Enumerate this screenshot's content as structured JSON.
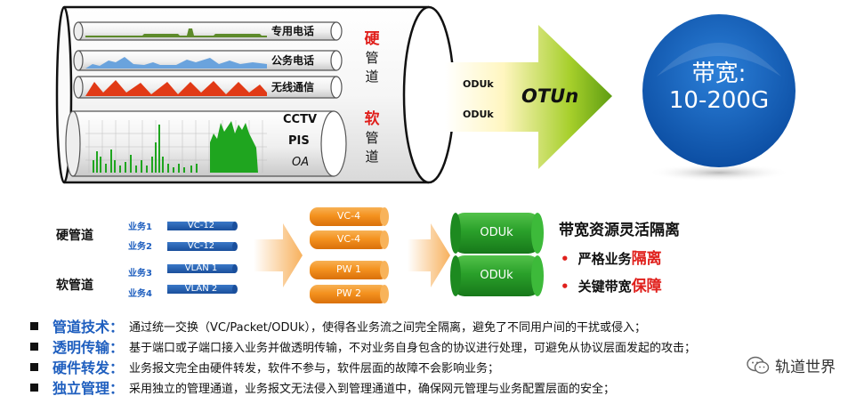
{
  "top": {
    "hard_rows": [
      {
        "label": "专用电话"
      },
      {
        "label": "公务电话"
      },
      {
        "label": "无线通信"
      }
    ],
    "soft_labels": [
      "CCTV",
      "PIS",
      "OA"
    ],
    "hard_label": {
      "first": "硬",
      "rest": [
        "管",
        "道"
      ]
    },
    "soft_label": {
      "first": "软",
      "rest": [
        "管",
        "道"
      ]
    },
    "arrow": {
      "small_1": "ODUk",
      "small_2": "ODUk",
      "big": "OTUn"
    },
    "circle": {
      "line1": "带宽:",
      "line2": "10-200G"
    }
  },
  "middle": {
    "hard_title": "硬管道",
    "soft_title": "软管道",
    "services": [
      {
        "name": "业务1",
        "channel": "VC-12"
      },
      {
        "name": "业务2",
        "channel": "VC-12"
      },
      {
        "name": "业务3",
        "channel": "VLAN 1"
      },
      {
        "name": "业务4",
        "channel": "VLAN 2"
      }
    ],
    "orange": [
      "VC-4",
      "VC-4",
      "PW 1",
      "PW 2"
    ],
    "green": [
      "ODUk",
      "ODUk"
    ],
    "right_title": "带宽资源灵活隔离",
    "points": [
      {
        "prefix": "严格业务",
        "highlight": "隔离"
      },
      {
        "prefix": "关键带宽",
        "highlight": "保障"
      }
    ]
  },
  "bullets": [
    {
      "title": "管道技术：",
      "text": "通过统一交换（VC/Packet/ODUk），使得各业务流之间完全隔离，避免了不同用户间的干扰或侵入；"
    },
    {
      "title": "透明传输：",
      "text": "基于端口或子端口接入业务并做透明传输，不对业务自身包含的协议进行处理，可避免从协议层面发起的攻击；"
    },
    {
      "title": "硬件转发：",
      "text": "业务报文完全由硬件转发，软件不参与，软件层面的故障不会影响业务；"
    },
    {
      "title": "独立管理：",
      "text": "采用独立的管理通道，业务报文无法侵入到管理通道中，确保网元管理与业务配置层面的安全；"
    }
  ],
  "watermark": "轨道世界",
  "colors": {
    "blue": "#1f5fbf",
    "red": "#e0201c",
    "orange": "#f28a1c",
    "green": "#2aa02a",
    "navy": "#1a4f9c"
  }
}
